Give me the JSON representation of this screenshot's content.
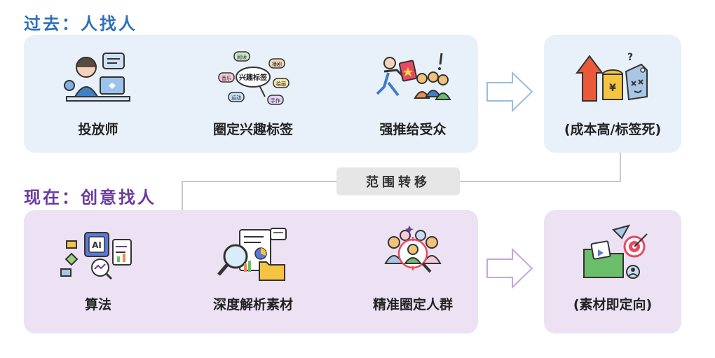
{
  "past": {
    "title": "过去：人找人",
    "items": [
      {
        "label": "投放师",
        "icon": "operator-icon"
      },
      {
        "label": "圈定兴趣标签",
        "icon": "interest-tags-icon",
        "tags": {
          "center": "兴趣标签",
          "t1": "阅读",
          "t2": "播剧",
          "t3": "音乐",
          "t4": "绘画",
          "t5": "运动",
          "t6": "手作"
        }
      },
      {
        "label": "强推给受众",
        "icon": "push-to-crowd-icon"
      }
    ],
    "result": {
      "label": "(成本高/标签死)",
      "icon": "rising-cost-icon"
    }
  },
  "shift": {
    "label": "范围转移"
  },
  "now": {
    "title": "现在：创意找人",
    "items": [
      {
        "label": "算法",
        "icon": "algorithm-icon",
        "chip": "AI"
      },
      {
        "label": "深度解析素材",
        "icon": "analyze-material-icon"
      },
      {
        "label": "精准圈定人群",
        "icon": "target-crowd-icon"
      }
    ],
    "result": {
      "label": "(素材即定向)",
      "icon": "material-targeting-icon"
    }
  },
  "colors": {
    "past_accent": "#2f6fbb",
    "now_accent": "#6a3b9e",
    "past_bg": "#e8f1fa",
    "now_bg": "#ede1f4"
  }
}
